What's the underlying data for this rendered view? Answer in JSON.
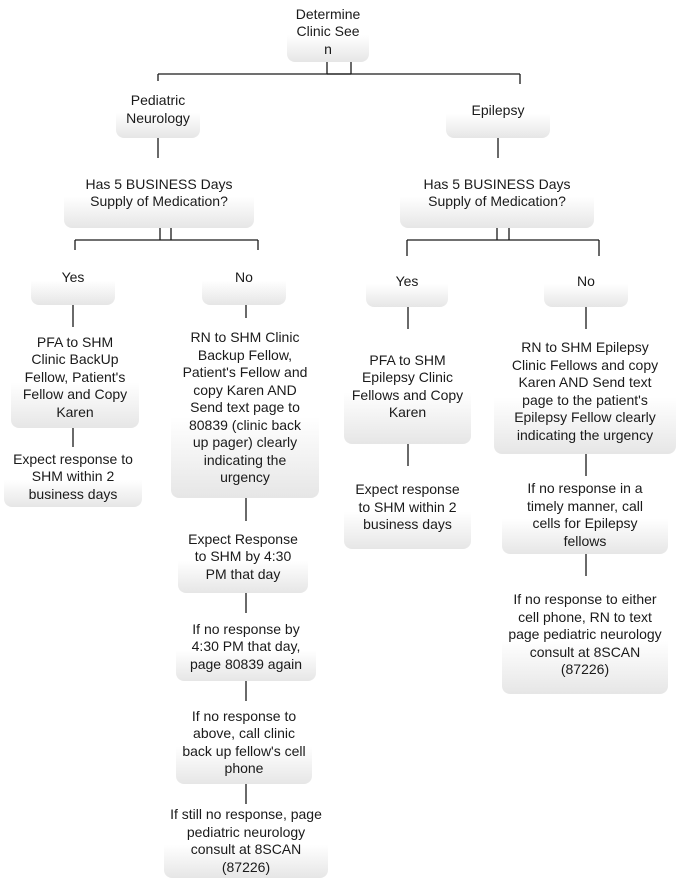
{
  "root": "Determine Clinic Seen",
  "left": {
    "clinic": "Pediatric Neurology",
    "question": "Has 5  BUSINESS Days Supply of Medication?",
    "yes": {
      "label": "Yes",
      "steps": [
        "PFA to SHM Clinic BackUp Fellow, Patient's Fellow and Copy Karen",
        "Expect response to SHM within  2 business days"
      ]
    },
    "no": {
      "label": "No",
      "steps": [
        "RN to SHM Clinic Backup Fellow, Patient's Fellow and copy Karen AND Send text page to 80839 (clinic back up pager) clearly indicating the urgency",
        "Expect Response to SHM by 4:30 PM that day",
        "If no response by 4:30 PM that day, page 80839 again",
        "If no response to above, call clinic back up fellow's cell phone",
        "If still no response, page pediatric neurology consult at 8SCAN (87226)"
      ]
    }
  },
  "right": {
    "clinic": "Epilepsy",
    "question": "Has 5 BUSINESS Days Supply of Medication?",
    "yes": {
      "label": "Yes",
      "steps": [
        "PFA to SHM Epilepsy Clinic Fellows and Copy Karen",
        "Expect response to SHM within 2 business days"
      ]
    },
    "no": {
      "label": "No",
      "steps": [
        "RN to SHM Epilepsy Clinic Fellows and copy Karen AND Send text page to the patient's Epilepsy Fellow clearly indicating the urgency",
        "If no response in a timely manner, call cells for Epilepsy fellows",
        "If no response to either cell phone, RN to text page pediatric neurology consult at 8SCAN (87226)"
      ]
    }
  }
}
